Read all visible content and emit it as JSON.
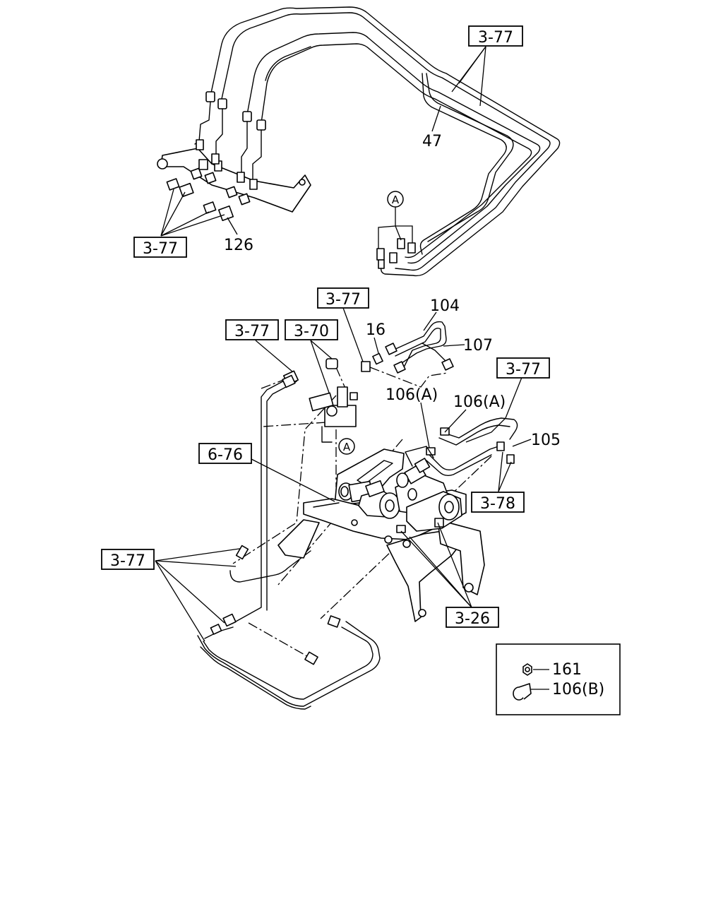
{
  "callouts": {
    "top_ref_right": "3-77",
    "top_ref_left": "3-77",
    "part_47": "47",
    "part_126": "126",
    "circle_a_top": "A",
    "mid_ref_top": "3-77",
    "mid_ref_left": "3-77",
    "ref_3_70": "3-70",
    "part_16": "16",
    "part_104": "104",
    "part_107": "107",
    "mid_ref_right": "3-77",
    "part_106a_1": "106(A)",
    "part_106a_2": "106(A)",
    "part_105": "105",
    "ref_6_76": "6-76",
    "circle_a_mid": "A",
    "ref_3_78": "3-78",
    "bottom_ref_left": "3-77",
    "ref_3_26": "3-26"
  },
  "legend": {
    "nut_label": "161",
    "clip_label": "106(B)"
  }
}
